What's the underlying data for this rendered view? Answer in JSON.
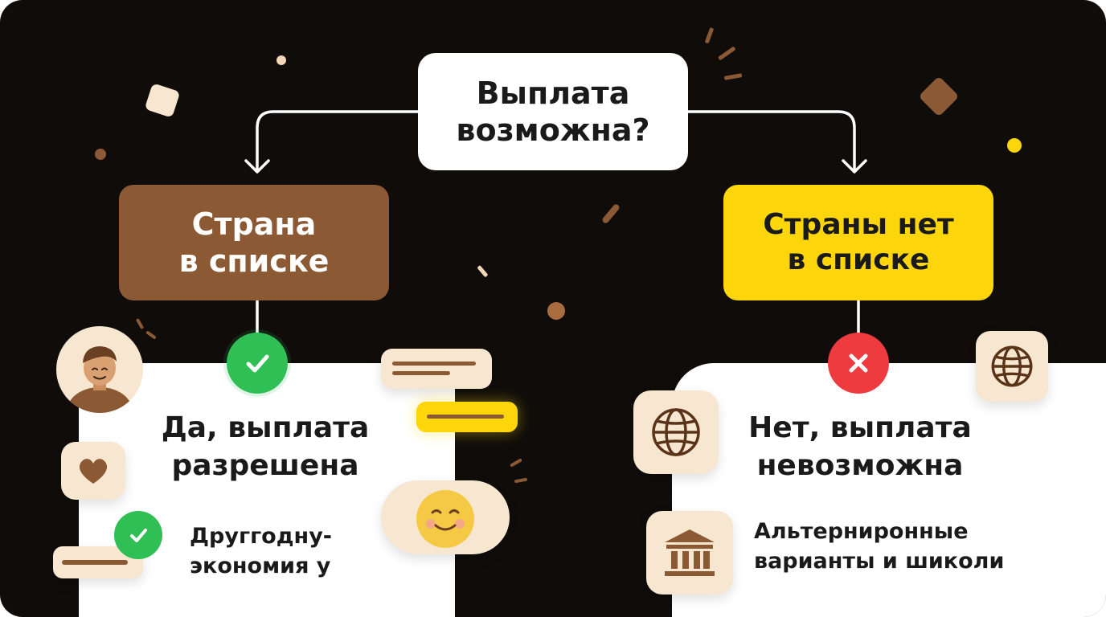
{
  "flow": {
    "question": "Выплата\nвозможна?",
    "branch_yes": "Страна\nв списке",
    "branch_no": "Страны нет\nв списке"
  },
  "results": {
    "yes_title": "Да, выплата\nразрешена",
    "yes_note": "Друггодну-\nэкономия у",
    "no_title": "Нет, выплата\nневозможна",
    "no_note": "Альтернирoнные\nварианты и шиколи"
  },
  "colors": {
    "background": "#0f0c0a",
    "brown": "#8b5a35",
    "yellow": "#fcd60a",
    "success": "#2fbf55",
    "error": "#ee3b3f",
    "cream": "#f7e6d0"
  },
  "icons": [
    "check-icon",
    "close-icon",
    "globe-icon",
    "bank-icon",
    "heart-icon",
    "smiley-icon",
    "avatar",
    "chat-bubble-icon"
  ]
}
